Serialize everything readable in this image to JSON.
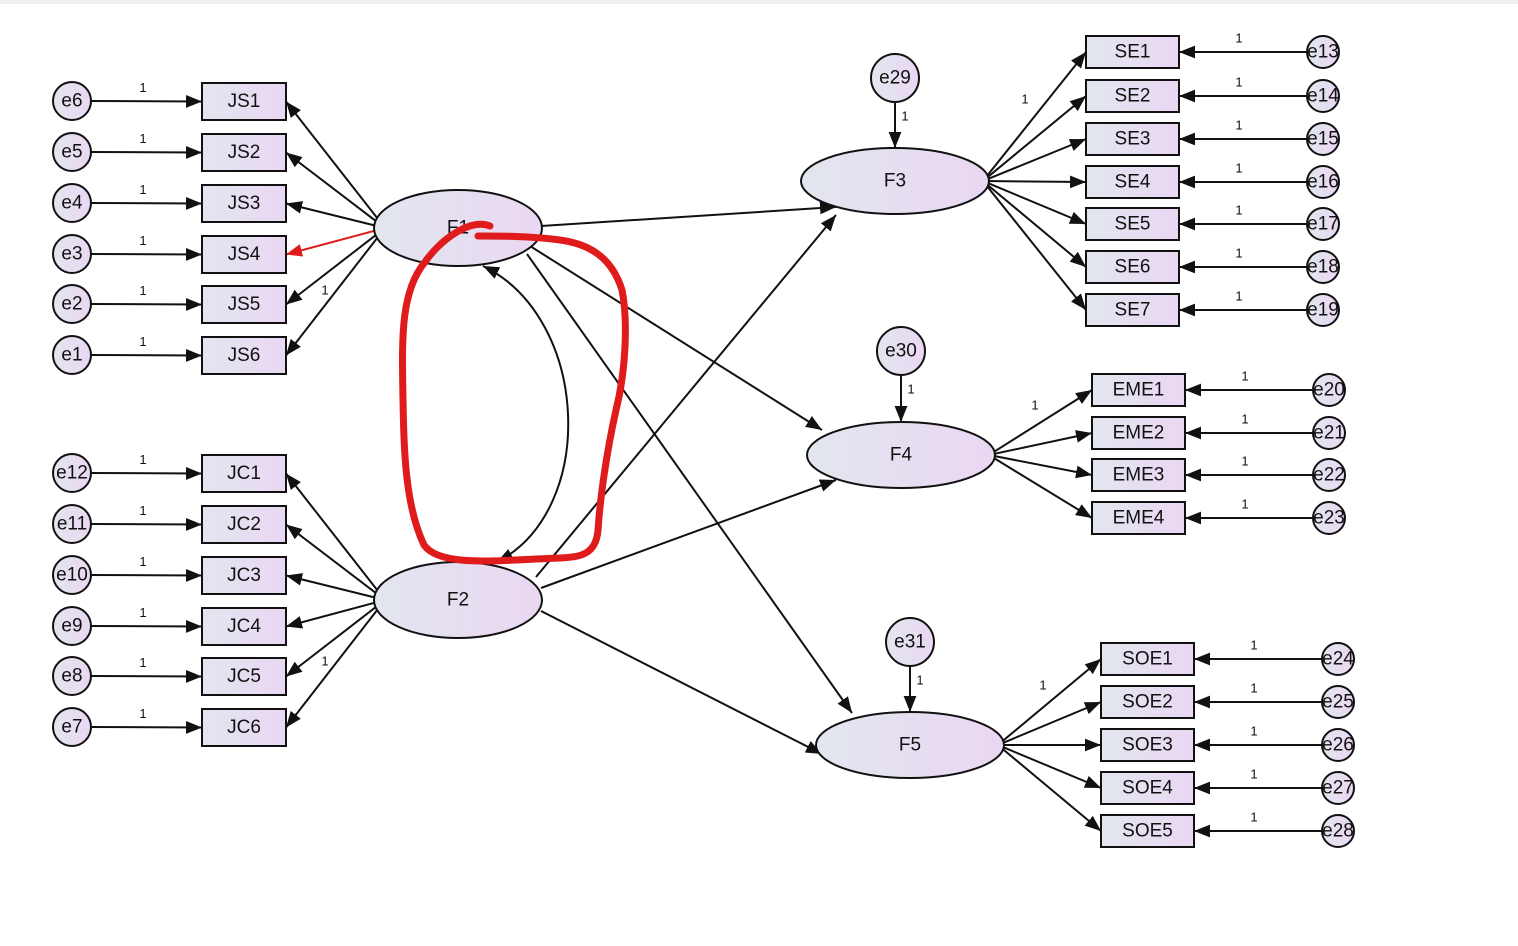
{
  "diagram": {
    "latents": [
      {
        "id": "F1",
        "label": "F1"
      },
      {
        "id": "F2",
        "label": "F2"
      },
      {
        "id": "F3",
        "label": "F3"
      },
      {
        "id": "F4",
        "label": "F4"
      },
      {
        "id": "F5",
        "label": "F5"
      }
    ],
    "observed": [
      {
        "id": "JS1",
        "label": "JS1",
        "factor": "F1",
        "error": "e6"
      },
      {
        "id": "JS2",
        "label": "JS2",
        "factor": "F1",
        "error": "e5"
      },
      {
        "id": "JS3",
        "label": "JS3",
        "factor": "F1",
        "error": "e4"
      },
      {
        "id": "JS4",
        "label": "JS4",
        "factor": "F1",
        "error": "e3"
      },
      {
        "id": "JS5",
        "label": "JS5",
        "factor": "F1",
        "error": "e2"
      },
      {
        "id": "JS6",
        "label": "JS6",
        "factor": "F1",
        "error": "e1"
      },
      {
        "id": "JC1",
        "label": "JC1",
        "factor": "F2",
        "error": "e12"
      },
      {
        "id": "JC2",
        "label": "JC2",
        "factor": "F2",
        "error": "e11"
      },
      {
        "id": "JC3",
        "label": "JC3",
        "factor": "F2",
        "error": "e10"
      },
      {
        "id": "JC4",
        "label": "JC4",
        "factor": "F2",
        "error": "e9"
      },
      {
        "id": "JC5",
        "label": "JC5",
        "factor": "F2",
        "error": "e8"
      },
      {
        "id": "JC6",
        "label": "JC6",
        "factor": "F2",
        "error": "e7"
      },
      {
        "id": "SE1",
        "label": "SE1",
        "factor": "F3",
        "error": "e13"
      },
      {
        "id": "SE2",
        "label": "SE2",
        "factor": "F3",
        "error": "e14"
      },
      {
        "id": "SE3",
        "label": "SE3",
        "factor": "F3",
        "error": "e15"
      },
      {
        "id": "SE4",
        "label": "SE4",
        "factor": "F3",
        "error": "e16"
      },
      {
        "id": "SE5",
        "label": "SE5",
        "factor": "F3",
        "error": "e17"
      },
      {
        "id": "SE6",
        "label": "SE6",
        "factor": "F3",
        "error": "e18"
      },
      {
        "id": "SE7",
        "label": "SE7",
        "factor": "F3",
        "error": "e19"
      },
      {
        "id": "EME1",
        "label": "EME1",
        "factor": "F4",
        "error": "e20"
      },
      {
        "id": "EME2",
        "label": "EME2",
        "factor": "F4",
        "error": "e21"
      },
      {
        "id": "EME3",
        "label": "EME3",
        "factor": "F4",
        "error": "e22"
      },
      {
        "id": "EME4",
        "label": "EME4",
        "factor": "F4",
        "error": "e23"
      },
      {
        "id": "SOE1",
        "label": "SOE1",
        "factor": "F5",
        "error": "e24"
      },
      {
        "id": "SOE2",
        "label": "SOE2",
        "factor": "F5",
        "error": "e25"
      },
      {
        "id": "SOE3",
        "label": "SOE3",
        "factor": "F5",
        "error": "e26"
      },
      {
        "id": "SOE4",
        "label": "SOE4",
        "factor": "F5",
        "error": "e27"
      },
      {
        "id": "SOE5",
        "label": "SOE5",
        "factor": "F5",
        "error": "e28"
      }
    ],
    "disturbances": [
      {
        "id": "e29",
        "label": "e29",
        "factor": "F3"
      },
      {
        "id": "e30",
        "label": "e30",
        "factor": "F4"
      },
      {
        "id": "e31",
        "label": "e31",
        "factor": "F5"
      }
    ],
    "structural_paths": [
      {
        "from": "F1",
        "to": "F3"
      },
      {
        "from": "F1",
        "to": "F4"
      },
      {
        "from": "F1",
        "to": "F5"
      },
      {
        "from": "F2",
        "to": "F3"
      },
      {
        "from": "F2",
        "to": "F4"
      },
      {
        "from": "F2",
        "to": "F5"
      }
    ],
    "covariances": [
      {
        "a": "F1",
        "b": "F2"
      }
    ],
    "fixed_loading_label": "1",
    "highlighted_path": {
      "from": "F1",
      "to": "JS4"
    },
    "colors": {
      "node_fill_start": "#e2e6ee",
      "node_fill_end": "#ead7f3",
      "stroke": "#111111",
      "highlight": "#e01b1b"
    }
  }
}
